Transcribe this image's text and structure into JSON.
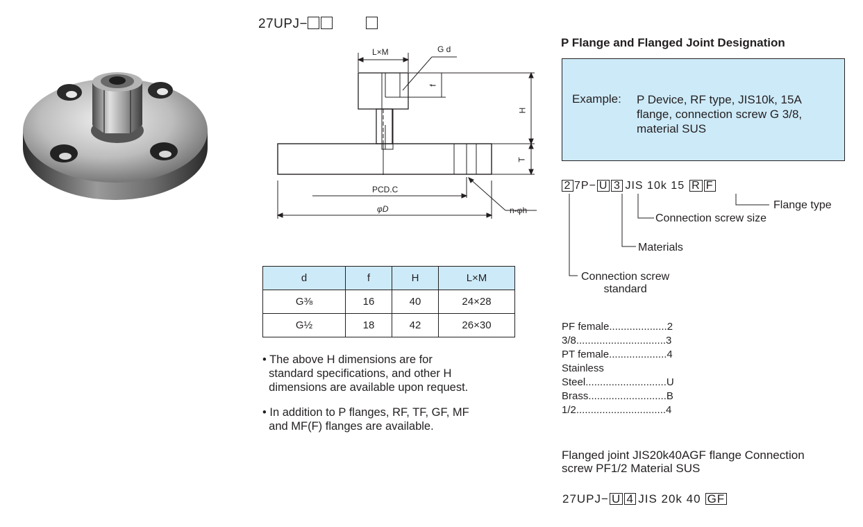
{
  "header": {
    "model_prefix": "27UPJ−"
  },
  "diagram": {
    "lm": "L×M",
    "gd": "G d",
    "f": "f",
    "h": "H",
    "t": "T",
    "pcd": "PCD.C",
    "phid": "φD",
    "nphih": "n-φh"
  },
  "table": {
    "headers": [
      "d",
      "f",
      "H",
      "L×M"
    ],
    "rows": [
      [
        "G⅜",
        "16",
        "40",
        "24×28"
      ],
      [
        "G½",
        "18",
        "42",
        "26×30"
      ]
    ]
  },
  "notes": [
    "• The above H dimensions are for\n  standard specifications, and other H\n  dimensions are available upon request.",
    "• In addition to P flanges, RF, TF, GF, MF\n  and MF(F) flanges are available."
  ],
  "designation": {
    "title": "P Flange and Flanged Joint Designation",
    "example_label": "Example:",
    "example_text": "P Device, RF type, JIS10k, 15A\nflange, connection screw G 3/8,\nmaterial SUS",
    "code": {
      "b1": "2",
      "p1": "7P−",
      "b2": "U",
      "b3": "3",
      "p2": "JIS 10k 15",
      "b4": "R",
      "b5": "F"
    },
    "callouts": {
      "flange_type": "Flange type",
      "screw_size": "Connection screw size",
      "materials": "Materials",
      "screw_standard": "Connection screw\nstandard"
    },
    "legend": [
      "PF female....................2",
      "3/8...............................3",
      "PT female....................4",
      "Stainless",
      "Steel............................U",
      "Brass...........................B",
      "1/2...............................4"
    ],
    "joint_text": "Flanged joint JIS20k40AGF flange Connection\nscrew PF1/2 Material SUS",
    "code2": {
      "p1": "27UPJ−",
      "b1": "U",
      "b2": "4",
      "p2": "JIS 20k 40",
      "b3": "GF"
    }
  }
}
